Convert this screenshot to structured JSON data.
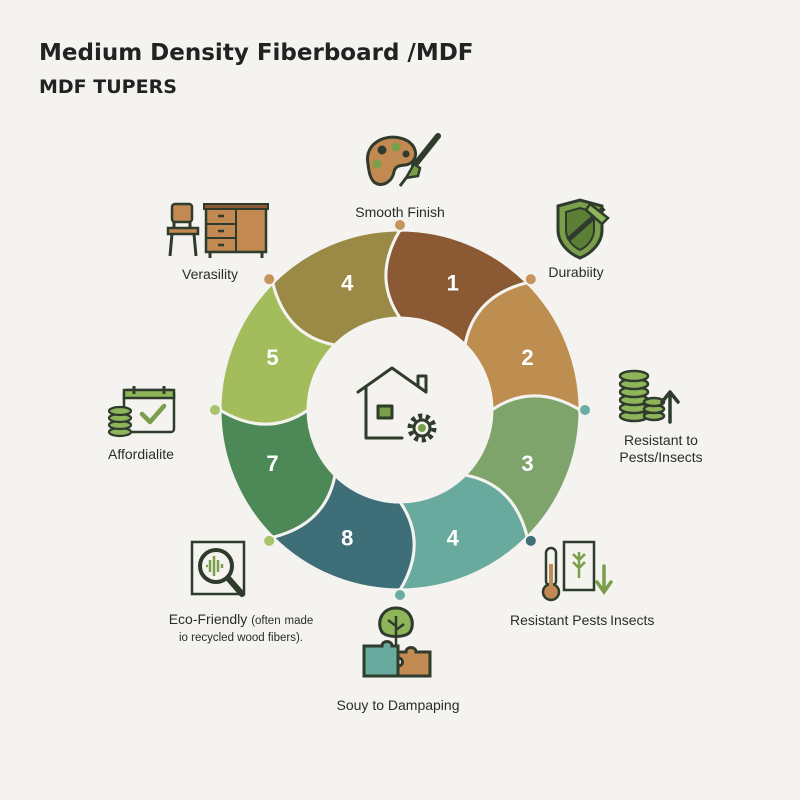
{
  "title": "Medium Density Fiberboard /MDF",
  "subtitle": "MDF TUPERS",
  "colors": {
    "s1": "#8b5a34",
    "s2": "#bd8e4f",
    "s3": "#7ea46c",
    "s4": "#68ab9e",
    "s5": "#a3bc5c",
    "s6": "#4d8956",
    "s7": "#3e6f78",
    "s8": "#9b8a45",
    "dot_brown": "#c8945e",
    "dot_teal": "#69aea4",
    "dot_green": "#a8c46b",
    "dot_dark": "#3f6e76",
    "icon_dark": "#2f3b2c",
    "icon_green": "#7a9e4a",
    "icon_brown": "#a56f3b"
  },
  "segments": [
    {
      "number": "1"
    },
    {
      "number": "2"
    },
    {
      "number": "3"
    },
    {
      "number": "4"
    },
    {
      "number": "8"
    },
    {
      "number": "7"
    },
    {
      "number": "5"
    },
    {
      "number": "4"
    }
  ],
  "labels": {
    "smooth_finish": "Smooth Finish",
    "durability": "Durabiity",
    "resistant_pests_1": "Resistant to Pests/Insects",
    "resistant_pests_2": "Resistant Pests Insects",
    "dampaping": "Souy to Dampaping",
    "eco_main": "Eco-Friendly",
    "eco_note_a": "(often",
    "eco_note_b": "made io recycled wood fibers).",
    "affordability": "Affordialite",
    "versatility": "Verasility"
  },
  "icons": {
    "center": "house-gear-icon",
    "smooth_finish": "paint-palette-brush-icon",
    "durability": "shield-icon",
    "resistant_pests_1": "coin-stack-arrow-icon",
    "resistant_pests_2": "thermometer-document-icon",
    "dampaping": "tree-puzzle-icon",
    "eco": "magnifier-soundwave-icon",
    "affordability": "calendar-coins-check-icon",
    "versatility": "chair-cabinet-icon"
  }
}
